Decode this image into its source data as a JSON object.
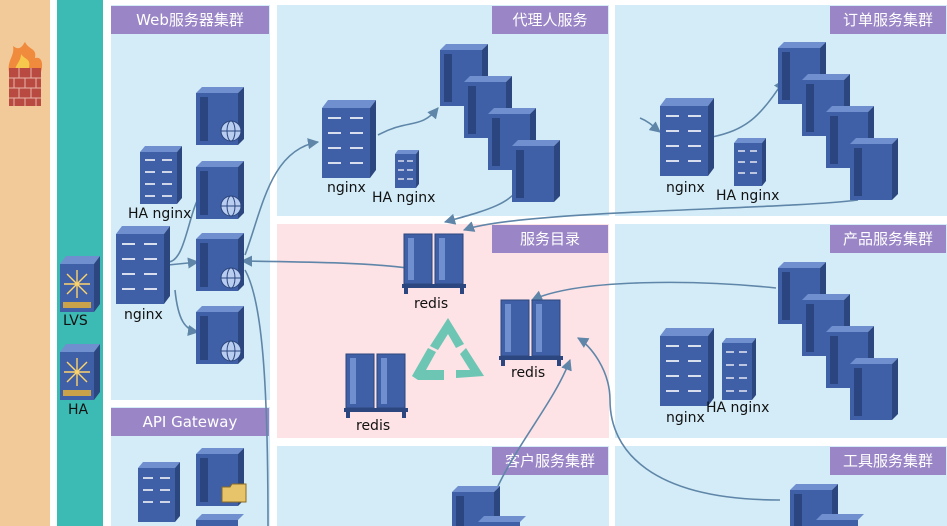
{
  "firewall": {
    "icon": "firewall-icon"
  },
  "load_balancer": {
    "lvs_label": "LVS",
    "ha_label": "HA"
  },
  "web_cluster": {
    "title": "Web服务器集群",
    "ha_nginx_label": "HA  nginx",
    "nginx_label": "nginx"
  },
  "api_gateway": {
    "title": "API Gateway"
  },
  "proxy_service": {
    "title": "代理人服务",
    "nginx_label": "nginx",
    "ha_nginx_label": "HA  nginx"
  },
  "order_cluster": {
    "title": "订单服务集群",
    "nginx_label": "nginx",
    "ha_nginx_label": "HA  nginx"
  },
  "service_directory": {
    "title": "服务目录",
    "redis_labels": [
      "redis",
      "redis",
      "redis"
    ]
  },
  "product_cluster": {
    "title": "产品服务集群",
    "nginx_label": "nginx",
    "ha_nginx_label": "HA  nginx"
  },
  "customer_cluster": {
    "title": "客户服务集群"
  },
  "tool_cluster": {
    "title": "工具服务集群"
  },
  "colors": {
    "firewall_column": "#f2c998",
    "lb_column": "#3cbbb5",
    "cluster_panel": "#d3ecf7",
    "directory_panel": "#fde2e6",
    "title_tag": "#9a86c6",
    "device_blue": "#3f5fa6",
    "connector": "#5f86a8",
    "recycle": "#6cc6b3"
  }
}
